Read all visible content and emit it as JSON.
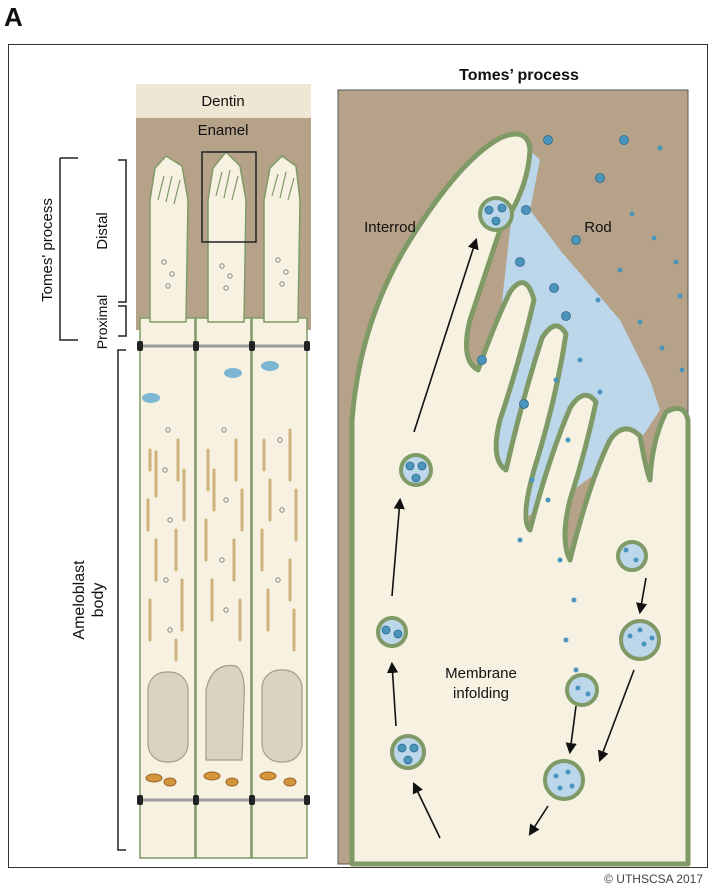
{
  "panel_letter": "A",
  "copyright": "© UTHSCSA 2017",
  "left_panel": {
    "dentin": "Dentin",
    "enamel": "Enamel",
    "tomes_process": "Tomes' process",
    "distal": "Distal",
    "proximal": "Proximal",
    "ameloblast_body_line1": "Ameloblast",
    "ameloblast_body_line2": "body"
  },
  "right_panel": {
    "title": "Tomes’ process",
    "interrod": "Interrod",
    "rod": "Rod",
    "membrane_line1": "Membrane",
    "membrane_line2": "infolding"
  },
  "colors": {
    "enamel": "#b5a288",
    "dentin": "#efe7d3",
    "cell": "#f6f1e1",
    "membrane": "#7f9a66",
    "vesicle_fluid": "#bcd6ea",
    "granule": "#4b95bd",
    "mito": "#d4953f",
    "nucleus": "#d9d3bf"
  }
}
